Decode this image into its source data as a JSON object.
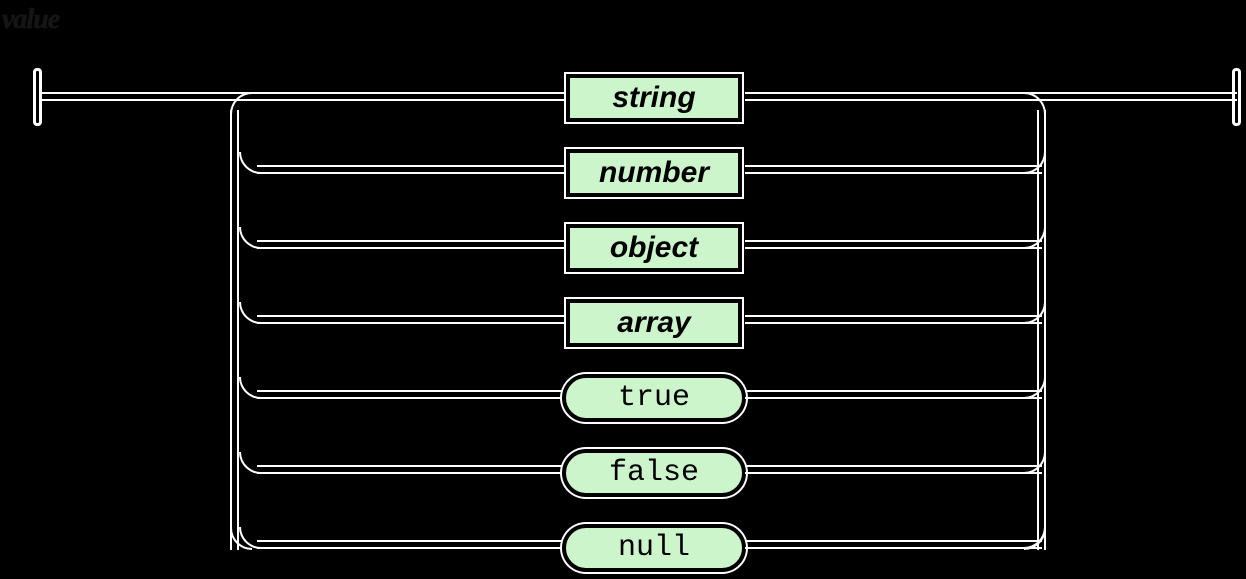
{
  "diagram": {
    "title": "value",
    "type": "railroad-syntax-diagram",
    "grammar": "JSON",
    "colors": {
      "background": "#000000",
      "node_fill": "#ccf5cc",
      "node_border": "#000000",
      "rail": "#ffffff",
      "title_text": "#151515",
      "node_text": "#000000"
    },
    "entry_label": "start-terminator",
    "exit_label": "end-terminator",
    "alternatives": [
      {
        "label": "string",
        "kind": "nonterminal",
        "shape": "rectangle"
      },
      {
        "label": "number",
        "kind": "nonterminal",
        "shape": "rectangle"
      },
      {
        "label": "object",
        "kind": "nonterminal",
        "shape": "rectangle"
      },
      {
        "label": "array",
        "kind": "nonterminal",
        "shape": "rectangle"
      },
      {
        "label": "true",
        "kind": "terminal",
        "shape": "stadium"
      },
      {
        "label": "false",
        "kind": "terminal",
        "shape": "stadium"
      },
      {
        "label": "null",
        "kind": "terminal",
        "shape": "stadium"
      }
    ]
  }
}
